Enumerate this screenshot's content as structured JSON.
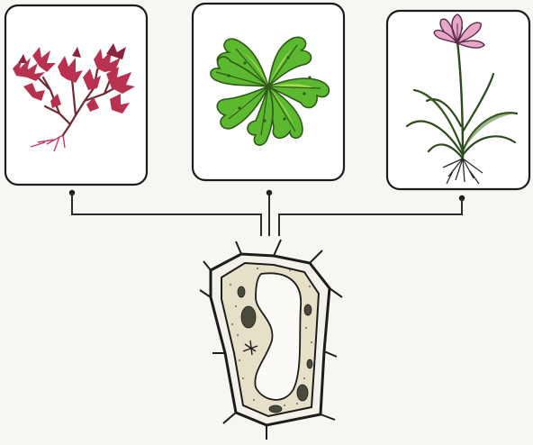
{
  "figure": {
    "organisms": [
      {
        "id": "red-seaweed",
        "icon": "red-alga-icon",
        "color": "#b8324f"
      },
      {
        "id": "green-thallus",
        "icon": "liverwort-icon",
        "color": "#5cb82e"
      },
      {
        "id": "flowering-plant",
        "icon": "lily-plant-icon",
        "color": "#e7a7c8"
      }
    ],
    "center": {
      "icon": "plant-cell-icon",
      "cytoplasm_color": "#e6e0c9"
    }
  }
}
